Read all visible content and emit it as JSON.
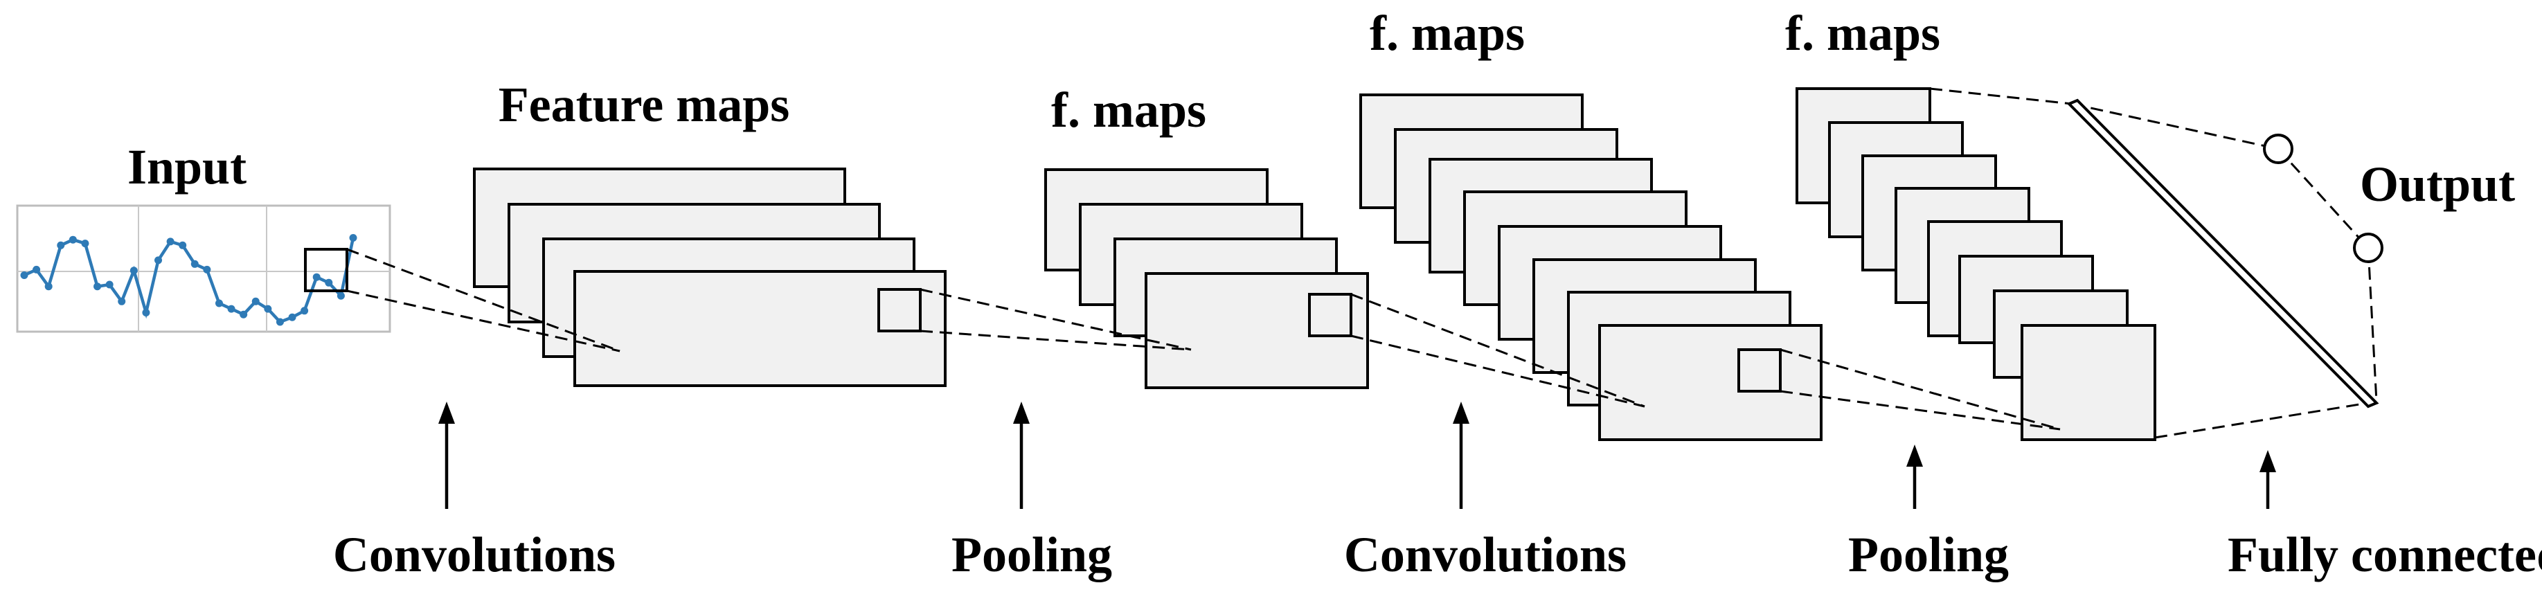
{
  "labels": {
    "input": "Input",
    "feature_maps": "Feature maps",
    "fmaps_pool1": "f. maps",
    "fmaps_conv2": "f. maps",
    "fmaps_pool2": "f. maps",
    "output": "Output"
  },
  "stages": {
    "conv1": "Convolutions",
    "pool1": "Pooling",
    "conv2": "Convolutions",
    "pool2": "Pooling",
    "fc": "Fully connected"
  },
  "input_signal": [
    0.5,
    0.44,
    0.62,
    0.18,
    0.12,
    0.16,
    0.62,
    0.6,
    0.78,
    0.45,
    0.9,
    0.34,
    0.14,
    0.18,
    0.38,
    0.44,
    0.8,
    0.86,
    0.92,
    0.78,
    0.86,
    1.0,
    0.95,
    0.88,
    0.52,
    0.58,
    0.72,
    0.1
  ],
  "colors": {
    "signal": "#2e7ab6",
    "map_fill": "#f1f1f1",
    "stroke": "#000000"
  }
}
